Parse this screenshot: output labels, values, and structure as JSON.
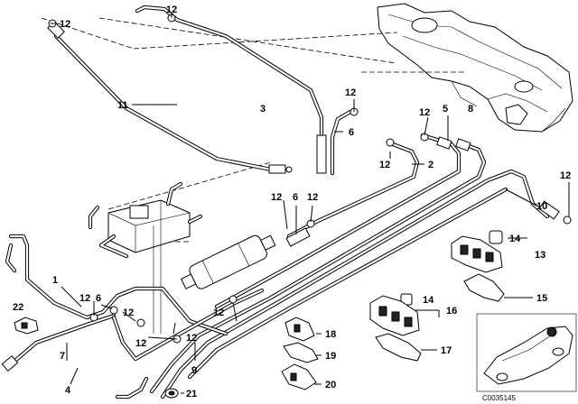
{
  "diagram_code": "C0035145",
  "callouts": [
    {
      "id": "c12a",
      "label": "12"
    },
    {
      "id": "c12b",
      "label": "12"
    },
    {
      "id": "c11",
      "label": "11"
    },
    {
      "id": "c3",
      "label": "3"
    },
    {
      "id": "c12c",
      "label": "12"
    },
    {
      "id": "c6a",
      "label": "6"
    },
    {
      "id": "c12d",
      "label": "12"
    },
    {
      "id": "c5",
      "label": "5"
    },
    {
      "id": "c8",
      "label": "8"
    },
    {
      "id": "c12e",
      "label": "12"
    },
    {
      "id": "c2",
      "label": "2"
    },
    {
      "id": "c12f",
      "label": "12"
    },
    {
      "id": "c10",
      "label": "10"
    },
    {
      "id": "c12g",
      "label": "12"
    },
    {
      "id": "c6b",
      "label": "6"
    },
    {
      "id": "c12h",
      "label": "12"
    },
    {
      "id": "c14a",
      "label": "14"
    },
    {
      "id": "c13",
      "label": "13"
    },
    {
      "id": "c1",
      "label": "1"
    },
    {
      "id": "c22",
      "label": "22"
    },
    {
      "id": "c12i",
      "label": "12"
    },
    {
      "id": "c6c",
      "label": "6"
    },
    {
      "id": "c12j",
      "label": "12"
    },
    {
      "id": "c12k",
      "label": "12"
    },
    {
      "id": "c12l",
      "label": "12"
    },
    {
      "id": "c12m",
      "label": "12"
    },
    {
      "id": "c15",
      "label": "15"
    },
    {
      "id": "c14b",
      "label": "14"
    },
    {
      "id": "c16",
      "label": "16"
    },
    {
      "id": "c18",
      "label": "18"
    },
    {
      "id": "c7",
      "label": "7"
    },
    {
      "id": "c9",
      "label": "9"
    },
    {
      "id": "c19",
      "label": "19"
    },
    {
      "id": "c17",
      "label": "17"
    },
    {
      "id": "c4",
      "label": "4"
    },
    {
      "id": "c20",
      "label": "20"
    },
    {
      "id": "c21",
      "label": "21"
    }
  ]
}
